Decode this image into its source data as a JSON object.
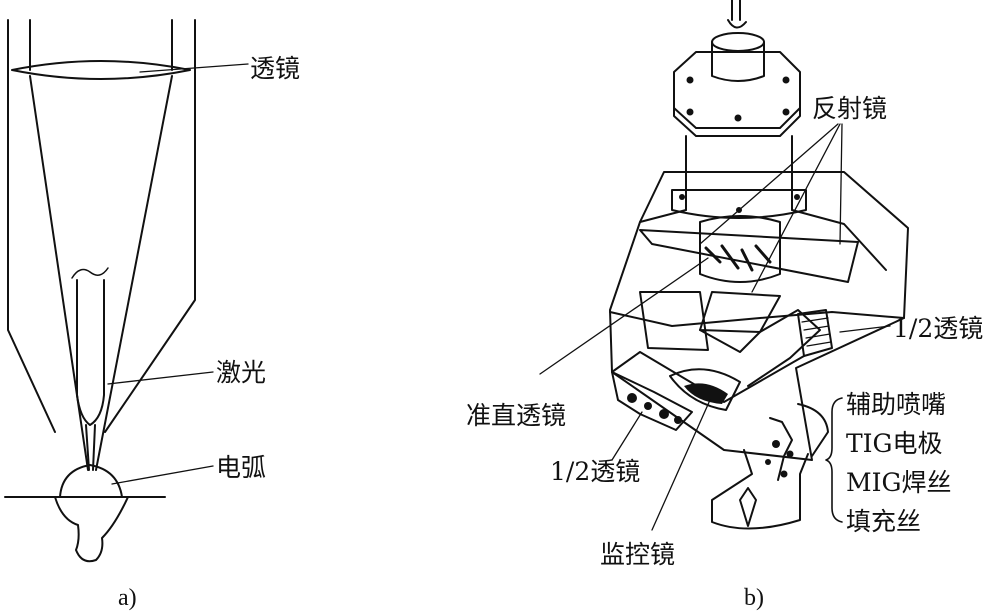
{
  "figure_a": {
    "caption": "a)",
    "labels": {
      "lens": "透镜",
      "laser": "激光",
      "arc": "电弧"
    }
  },
  "figure_b": {
    "caption": "b)",
    "labels": {
      "reflector": "反射镜",
      "half_lens_right": "1/2透镜",
      "collimating_lens": "准直透镜",
      "half_lens_left": "1/2透镜",
      "monitor_mirror": "监控镜",
      "aux_nozzle": "辅助喷嘴",
      "tig_electrode": "TIG电极",
      "mig_wire": "MIG焊丝",
      "filler_wire": "填充丝"
    }
  }
}
